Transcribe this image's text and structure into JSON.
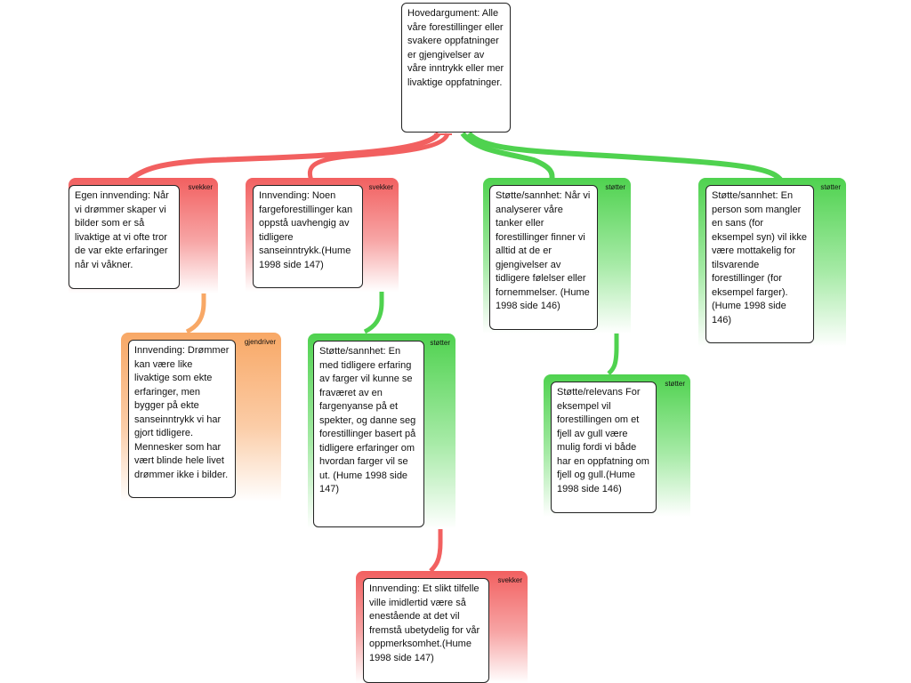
{
  "main": {
    "text": "Hovedargument: Alle våre forestillinger eller svakere oppfatninger er gjengivelser av våre inntrykk eller mer livaktige oppfatninger."
  },
  "cards": {
    "egen": {
      "type": "svekker",
      "text": "Egen innvending: Når vi drømmer skaper vi bilder som er så livaktige at vi ofte tror de var ekte erfaringer når vi våkner.",
      "color": "#f26060"
    },
    "drommer": {
      "type": "gjendriver",
      "text": "Innvending: Drømmer kan være like livaktige som ekte erfaringer, men bygger på ekte sanseinntrykk vi har gjort tidligere. Mennesker som har vært blinde hele livet drømmer ikke i bilder.",
      "color": "#f8a866"
    },
    "noen": {
      "type": "svekker",
      "text": "Innvending: Noen fargeforestillinger kan oppstå uavhengig av tidligere sanseinntrykk.(Hume 1998 side 147)",
      "color": "#f26060"
    },
    "erfaring": {
      "type": "støtter",
      "text": "Støtte/sannhet: En med tidligere erfaring av farger vil kunne se fraværet av en fargenyanse på et spekter, og danne seg forestillinger basert på tidligere erfaringer om hvordan farger vil se ut. (Hume 1998 side 147)",
      "color": "#4fd24f"
    },
    "tilfelle": {
      "type": "svekker",
      "text": "Innvending: Et slikt tilfelle ville imidlertid være så enestående at det vil fremstå ubetydelig for vår oppmerksomhet.(Hume 1998 side 147)",
      "color": "#f26060"
    },
    "analyser": {
      "type": "støtter",
      "text": "Støtte/sannhet: Når vi analyserer våre tanker eller forestillinger finner vi alltid at de er gjengivelser av tidligere følelser eller fornemmelser. (Hume 1998 side 146)",
      "color": "#4fd24f"
    },
    "fjell": {
      "type": "støtter",
      "text": "Støtte/relevans For eksempel vil forestillingen om et fjell av gull være mulig fordi vi både har en oppfatning om fjell og gull.(Hume 1998 side 146)",
      "color": "#4fd24f"
    },
    "sans": {
      "type": "støtter",
      "text": "Støtte/sannhet: En person som mangler en sans (for eksempel syn) vil ikke være mottakelig for tilsvarende forestillinger (for eksempel farger). (Hume 1998 side 146)",
      "color": "#4fd24f"
    }
  }
}
